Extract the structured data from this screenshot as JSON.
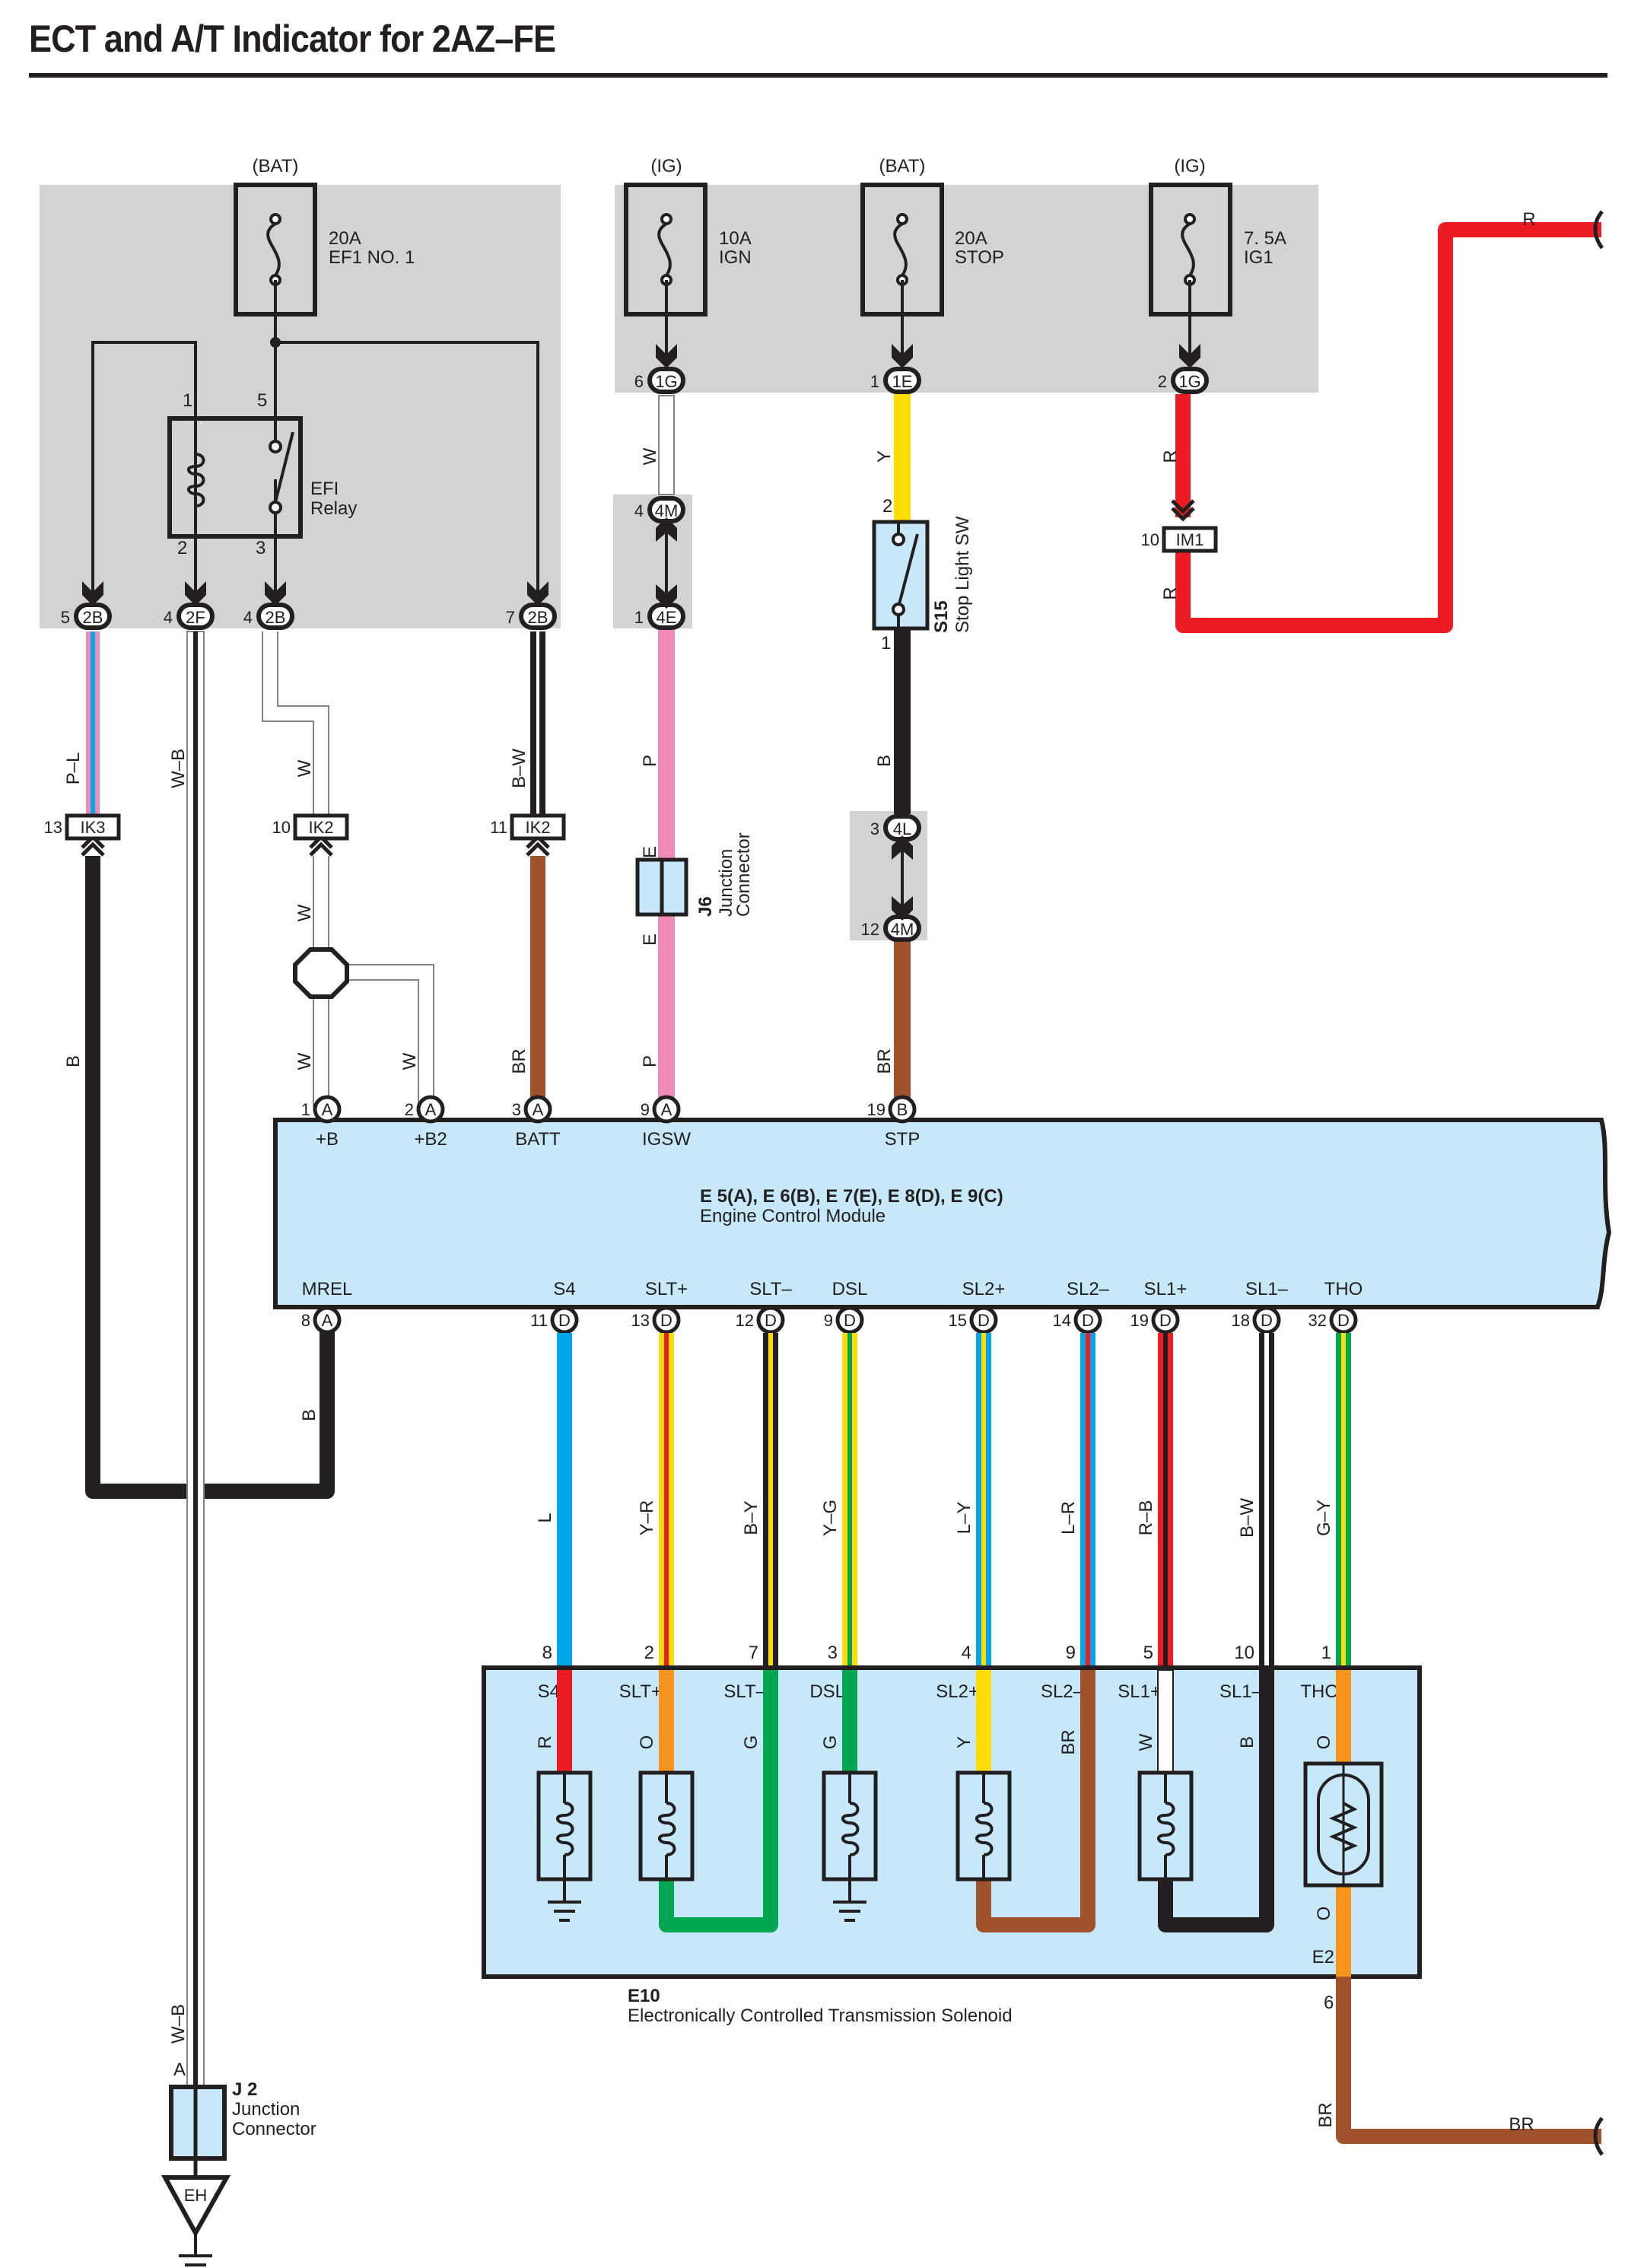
{
  "title": "ECT and A/T Indicator for 2AZ–FE",
  "colors": {
    "R": "#ed1c24",
    "Y": "#ffdd00",
    "P": "#f28ab8",
    "L": "#00a6e8",
    "G": "#00a651",
    "O": "#f7941d",
    "BR": "#a0522d",
    "B": "#231f20",
    "W": "#ffffff",
    "module_fill": "#c6e8f9",
    "relay_box_fill": "#d1d3d4"
  },
  "power_sources": {
    "bat_1": "(BAT)",
    "ig_1": "(IG)",
    "bat_2": "(BAT)",
    "ig_2": "(IG)"
  },
  "fuses": [
    {
      "id": "ef1",
      "rating": "20A",
      "name": "EF1 NO. 1"
    },
    {
      "id": "ign",
      "rating": "10A",
      "name": "IGN"
    },
    {
      "id": "stop",
      "rating": "20A",
      "name": "STOP"
    },
    {
      "id": "ig1",
      "rating": "7. 5A",
      "name": "IG1"
    }
  ],
  "relay": {
    "name_line1": "EFI",
    "name_line2": "Relay",
    "pins": {
      "p1": "1",
      "p5": "5",
      "p2": "2",
      "p3": "3"
    }
  },
  "connectors": {
    "c_5_2B": {
      "pin": "5",
      "code": "2B"
    },
    "c_4_2F": {
      "pin": "4",
      "code": "2F"
    },
    "c_4_2B": {
      "pin": "4",
      "code": "2B"
    },
    "c_7_2B": {
      "pin": "7",
      "code": "2B"
    },
    "c_6_1G": {
      "pin": "6",
      "code": "1G"
    },
    "c_1_1E": {
      "pin": "1",
      "code": "1E"
    },
    "c_2_1G": {
      "pin": "2",
      "code": "1G"
    },
    "c_4_4M": {
      "pin": "4",
      "code": "4M"
    },
    "c_1_4E": {
      "pin": "1",
      "code": "4E"
    },
    "c_3_4L": {
      "pin": "3",
      "code": "4L"
    },
    "c_12_4M": {
      "pin": "12",
      "code": "4M"
    },
    "c_13_IK3": {
      "pin": "13",
      "code": "IK3"
    },
    "c_10_IK2": {
      "pin": "10",
      "code": "IK2"
    },
    "c_11_IK2": {
      "pin": "11",
      "code": "IK2"
    },
    "c_10_IM1": {
      "pin": "10",
      "code": "IM1"
    }
  },
  "wire_labels": {
    "p_l": "P–L",
    "w_b": "W–B",
    "w1": "W",
    "b_w": "B–W",
    "w_ign": "W",
    "y_stop": "Y",
    "r1": "R",
    "r2": "R",
    "r_top": "R",
    "b_left": "B",
    "w2": "W",
    "w3": "W",
    "w4": "W",
    "br_batt": "BR",
    "p1": "P",
    "p2": "P",
    "b_stop": "B",
    "br_stp": "BR",
    "b_mrel": "B",
    "w_b_lower": "W–B",
    "br_e2": "BR",
    "br_end": "BR",
    "e_top": "E",
    "e_bot": "E"
  },
  "stop_switch": {
    "id": "S15",
    "name": "Stop Light SW",
    "pin_top": "2",
    "pin_bottom": "1"
  },
  "j6": {
    "id": "J6",
    "line1": "Junction",
    "line2": "Connector"
  },
  "j2": {
    "id": "J 2",
    "line1": "Junction",
    "line2": "Connector",
    "pin": "A"
  },
  "ground_eh": "EH",
  "ecm": {
    "title": "E 5(A), E 6(B), E 7(E), E 8(D), E 9(C)",
    "subtitle": "Engine Control Module",
    "top_pins": [
      {
        "num": "1",
        "conn": "A",
        "name": "+B"
      },
      {
        "num": "2",
        "conn": "A",
        "name": "+B2"
      },
      {
        "num": "3",
        "conn": "A",
        "name": "BATT"
      },
      {
        "num": "9",
        "conn": "A",
        "name": "IGSW"
      },
      {
        "num": "19",
        "conn": "B",
        "name": "STP"
      }
    ],
    "bottom_pins": [
      {
        "num": "8",
        "conn": "A",
        "name": "MREL"
      },
      {
        "num": "11",
        "conn": "D",
        "name": "S4"
      },
      {
        "num": "13",
        "conn": "D",
        "name": "SLT+"
      },
      {
        "num": "12",
        "conn": "D",
        "name": "SLT–"
      },
      {
        "num": "9",
        "conn": "D",
        "name": "DSL"
      },
      {
        "num": "15",
        "conn": "D",
        "name": "SL2+"
      },
      {
        "num": "14",
        "conn": "D",
        "name": "SL2–"
      },
      {
        "num": "19",
        "conn": "D",
        "name": "SL1+"
      },
      {
        "num": "18",
        "conn": "D",
        "name": "SL1–"
      },
      {
        "num": "32",
        "conn": "D",
        "name": "THO"
      }
    ]
  },
  "harness": [
    {
      "label": "L",
      "base": "L",
      "stripe": "L",
      "sol_pin": "8"
    },
    {
      "label": "Y–R",
      "base": "Y",
      "stripe": "R",
      "sol_pin": "2"
    },
    {
      "label": "B–Y",
      "base": "B",
      "stripe": "Y",
      "sol_pin": "7"
    },
    {
      "label": "Y–G",
      "base": "Y",
      "stripe": "G",
      "sol_pin": "3"
    },
    {
      "label": "L–Y",
      "base": "L",
      "stripe": "Y",
      "sol_pin": "4"
    },
    {
      "label": "L–R",
      "base": "L",
      "stripe": "R",
      "sol_pin": "9"
    },
    {
      "label": "R–B",
      "base": "R",
      "stripe": "B",
      "sol_pin": "5"
    },
    {
      "label": "B–W",
      "base": "B",
      "stripe": "W",
      "sol_pin": "10"
    },
    {
      "label": "G–Y",
      "base": "G",
      "stripe": "Y",
      "sol_pin": "1"
    }
  ],
  "solenoid": {
    "id": "E10",
    "name": "Electronically Controlled Transmission Solenoid",
    "terminals": [
      "S4",
      "SLT+",
      "SLT–",
      "DSL",
      "SL2+",
      "SL2–",
      "SL1+",
      "SL1–",
      "THO"
    ],
    "internal_wire_labels": [
      "R",
      "O",
      "G",
      "G",
      "Y",
      "BR",
      "W",
      "B",
      "O"
    ],
    "e2_label": "E2",
    "e2_wire": "O",
    "e2_pin": "6"
  }
}
